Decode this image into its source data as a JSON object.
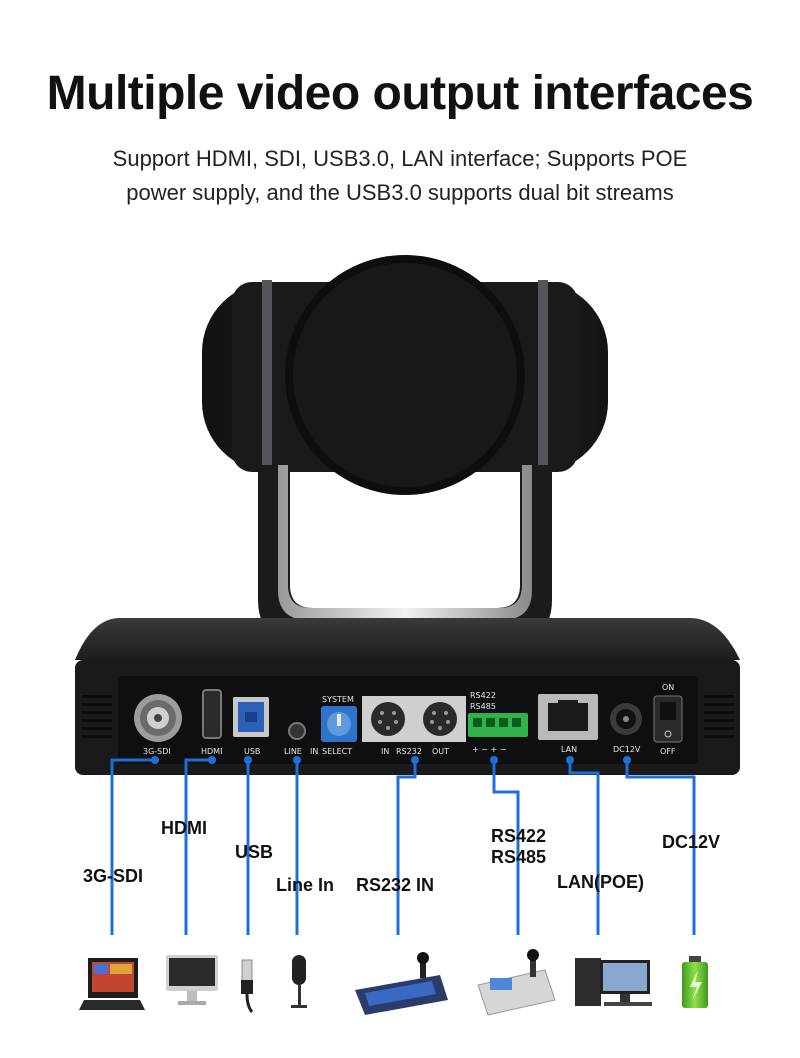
{
  "header": {
    "title": "Multiple video output interfaces",
    "subtitle_line1": "Support HDMI, SDI, USB3.0, LAN interface; Supports POE",
    "subtitle_line2": "power supply, and the USB3.0 supports dual bit streams"
  },
  "panel_markings": {
    "sdi": "3G-SDI",
    "hdmi": "HDMI",
    "usb": "USB",
    "line": "LINE",
    "in": "IN",
    "system": "SYSTEM",
    "select": "SELECT",
    "rs232_in": "IN",
    "rs232": "RS232",
    "rs232_out": "OUT",
    "rs422": "RS422",
    "rs485": "RS485",
    "terminal_polarity": "+ − + −",
    "lan": "LAN",
    "dc12v": "DC12V",
    "on": "ON",
    "off": "OFF"
  },
  "labels": {
    "sdi": "3G-SDI",
    "hdmi": "HDMI",
    "usb": "USB",
    "line_in": "Line In",
    "rs232_in": "RS232 IN",
    "rs422": "RS422",
    "rs485": "RS485",
    "lan_poe": "LAN(POE)",
    "dc12v": "DC12V"
  },
  "devices": [
    "video-switcher-icon",
    "monitor-icon",
    "usb-cable-icon",
    "microphone-icon",
    "ptz-keyboard-controller-icon",
    "joystick-controller-icon",
    "desktop-pc-icon",
    "battery-icon"
  ],
  "colors": {
    "connector_line": "#1f6fd6",
    "camera_body": "#1c1c1e",
    "panel": "#111113",
    "terminal_block": "#2fb34a",
    "battery": "#5ec22e"
  }
}
